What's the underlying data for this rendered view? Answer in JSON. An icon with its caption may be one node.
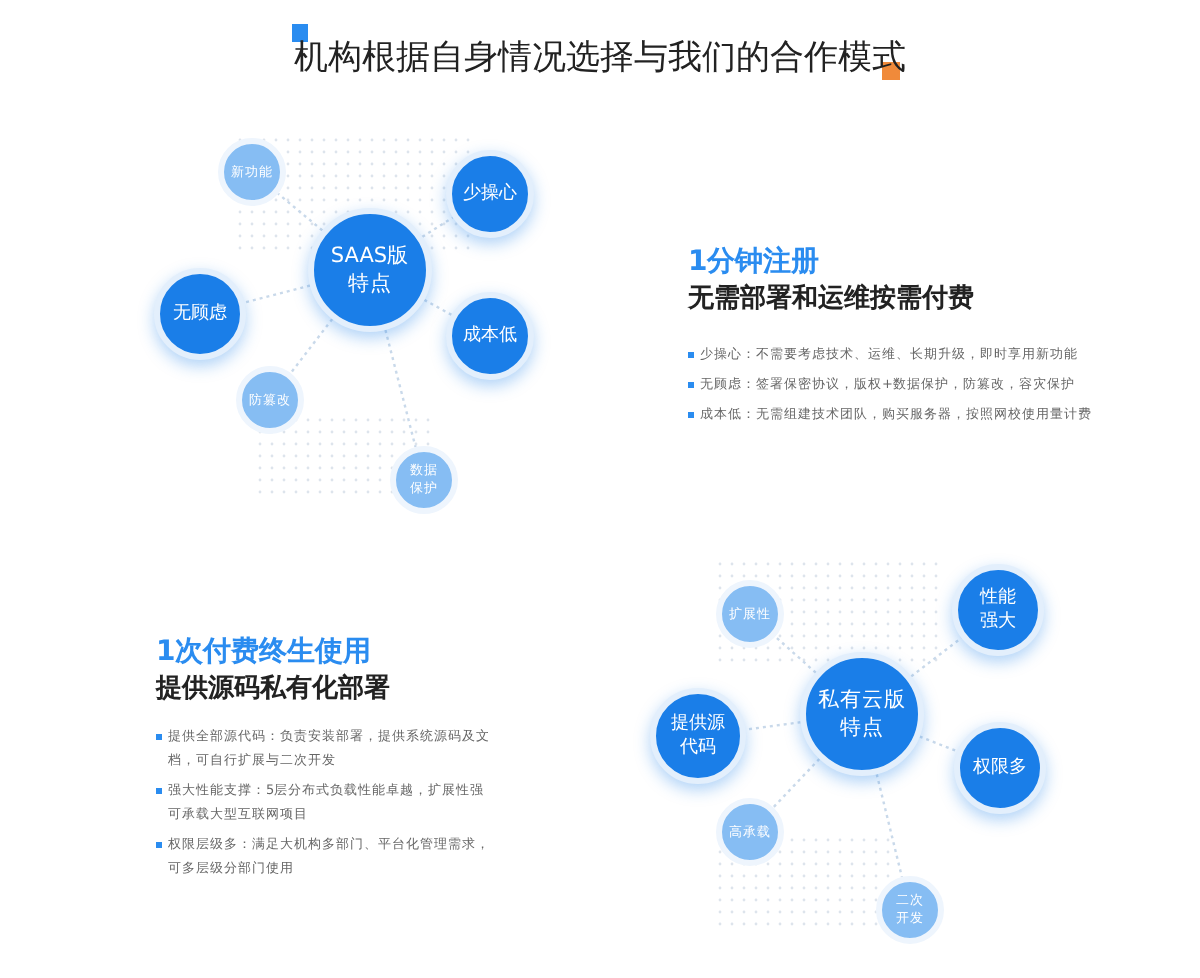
{
  "diagram": {
    "title": "机构根据自身情况选择与我们的合作模式",
    "nodes": [
      {
        "text": [
          "SAAS版特点"
        ]
      },
      {
        "text": [
          "新功能"
        ]
      },
      {
        "text": [
          "少操心"
        ]
      },
      {
        "text": [
          "无顾虑"
        ]
      },
      {
        "text": [
          "成本低"
        ]
      },
      {
        "text": [
          "防篡改"
        ]
      },
      {
        "text": [
          "数据保护"
        ]
      },
      {
        "text": [
          "私有云版特点"
        ]
      },
      {
        "text": [
          "扩展性"
        ]
      },
      {
        "text": [
          "性能强大"
        ]
      },
      {
        "text": [
          "提供源代码"
        ]
      },
      {
        "text": [
          "权限多"
        ]
      },
      {
        "text": [
          "高承载"
        ]
      },
      {
        "text": [
          "二次开发"
        ]
      }
    ],
    "edges": [
      {
        "from": 0,
        "to": 1,
        "arrow": "none"
      },
      {
        "from": 0,
        "to": 2,
        "arrow": "none"
      },
      {
        "from": 0,
        "to": 3,
        "arrow": "none"
      },
      {
        "from": 0,
        "to": 4,
        "arrow": "none"
      },
      {
        "from": 0,
        "to": 5,
        "arrow": "none"
      },
      {
        "from": 0,
        "to": 6,
        "arrow": "none"
      },
      {
        "from": 7,
        "to": 8,
        "arrow": "none"
      },
      {
        "from": 7,
        "to": 9,
        "arrow": "none"
      },
      {
        "from": 7,
        "to": 10,
        "arrow": "none"
      },
      {
        "from": 7,
        "to": 11,
        "arrow": "none"
      },
      {
        "from": 7,
        "to": 12,
        "arrow": "none"
      },
      {
        "from": 7,
        "to": 13,
        "arrow": "none"
      }
    ],
    "labels": [
      "1分钟注册",
      "无需部署和运维按需付费",
      "少操心：不需要考虑技术、运维、长期升级，即时享用新功能",
      "无顾虑：签署保密协议，版权+数据保护，防篡改，容灾保护",
      "成本低：无需组建技术团队，购买服务器，按照网校使用量计费",
      "1次付费终生使用",
      "提供源码私有化部署",
      "提供全部源代码：负责安装部署，提供系统源码及文档，可自行扩展与二次开发",
      "强大性能支撑：5层分布式负载性能卓越，扩展性强可承载大型互联网项目",
      "权限层级多：满足大机构多部门、平台化管理需求，可多层级分部门使用"
    ]
  }
}
